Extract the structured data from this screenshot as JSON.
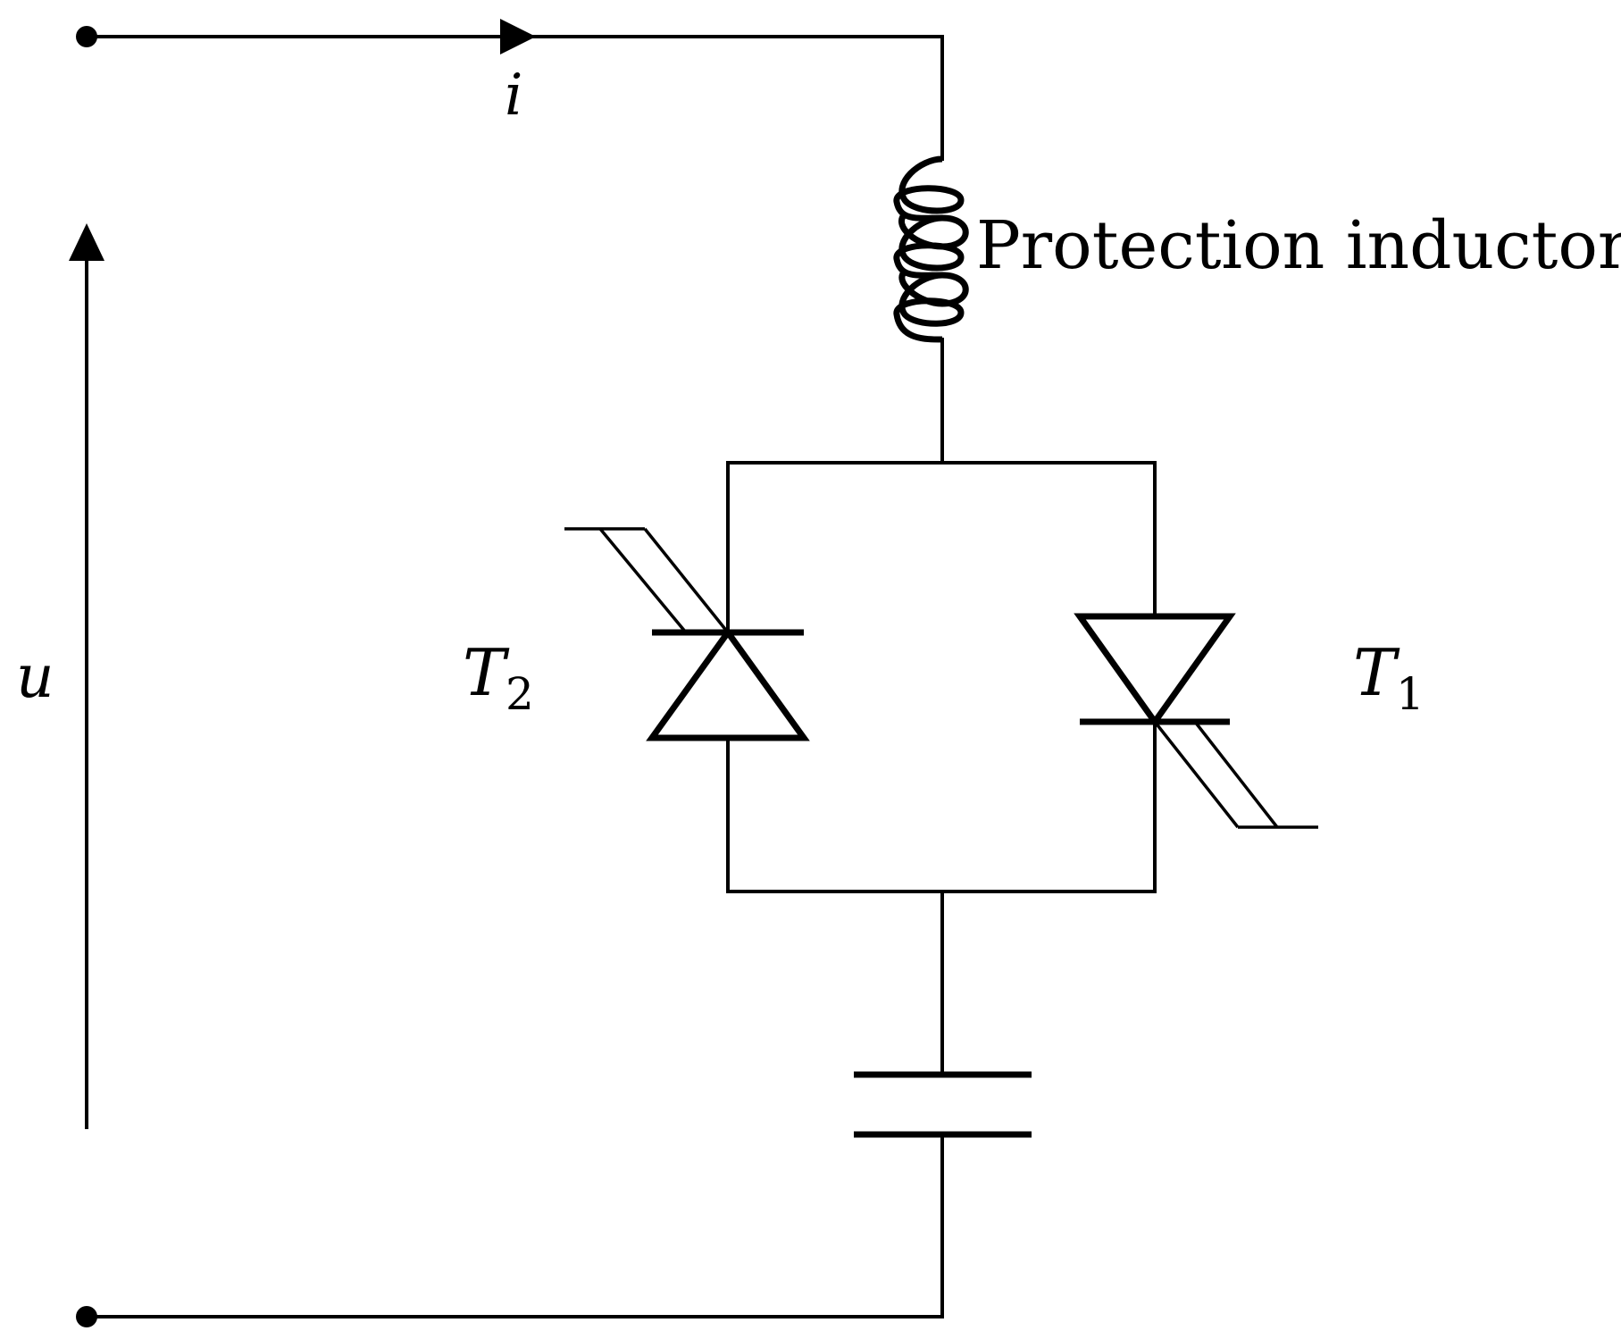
{
  "labels": {
    "current": "i",
    "voltage": "u",
    "inductor": "Protection inductor",
    "thyristor_left": {
      "name": "T",
      "sub": "2"
    },
    "thyristor_right": {
      "name": "T",
      "sub": "1"
    }
  },
  "colors": {
    "stroke": "#000000",
    "background": "#ffffff"
  }
}
